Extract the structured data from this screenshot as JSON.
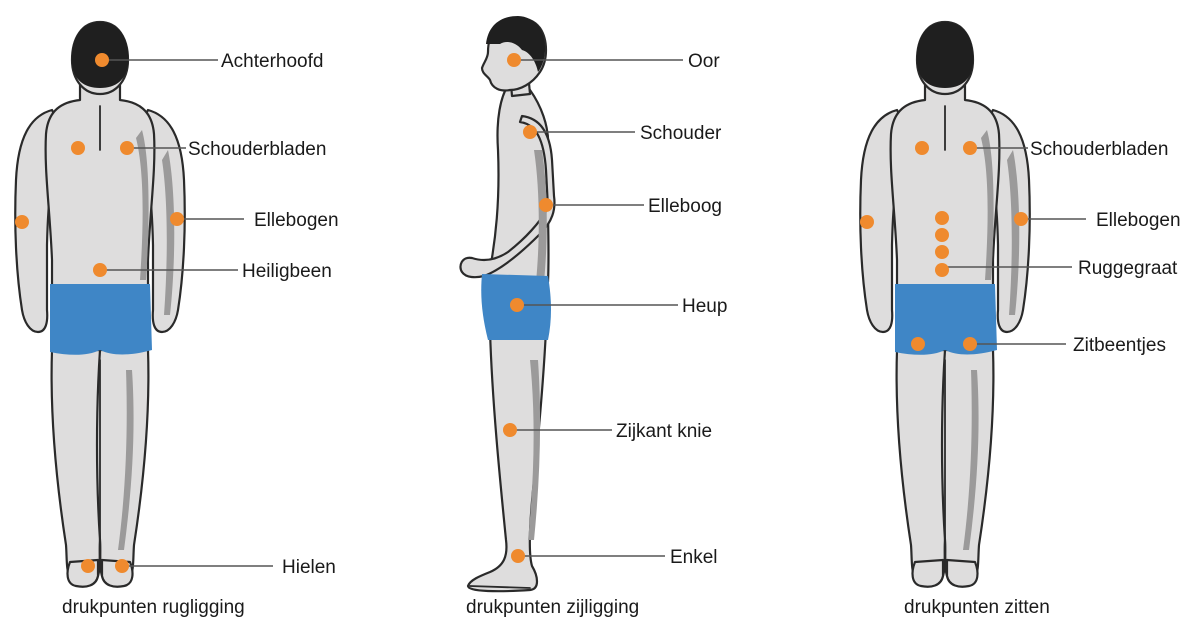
{
  "figures": [
    {
      "id": "rugligging",
      "caption": "drukpunten rugligging",
      "labels": {
        "achterhoofd": "Achterhoofd",
        "schouderbladen": "Schouderbladen",
        "ellebogen": "Ellebogen",
        "heiligbeen": "Heiligbeen",
        "hielen": "Hielen"
      }
    },
    {
      "id": "zijligging",
      "caption": "drukpunten zijligging",
      "labels": {
        "oor": "Oor",
        "schouder": "Schouder",
        "elleboog": "Elleboog",
        "heup": "Heup",
        "knie": "Zijkant knie",
        "enkel": "Enkel"
      }
    },
    {
      "id": "zitten",
      "caption": "drukpunten zitten",
      "labels": {
        "schouderbladen": "Schouderbladen",
        "ellebogen": "Ellebogen",
        "ruggegraat": "Ruggegraat",
        "zitbeentjes": "Zitbeentjes"
      }
    }
  ],
  "colors": {
    "pressure_point": "#ef8a2e",
    "shorts": "#3f86c6",
    "skin": "#dedddd",
    "shadow": "#9b9a9a",
    "hair": "#1f1f1f"
  }
}
